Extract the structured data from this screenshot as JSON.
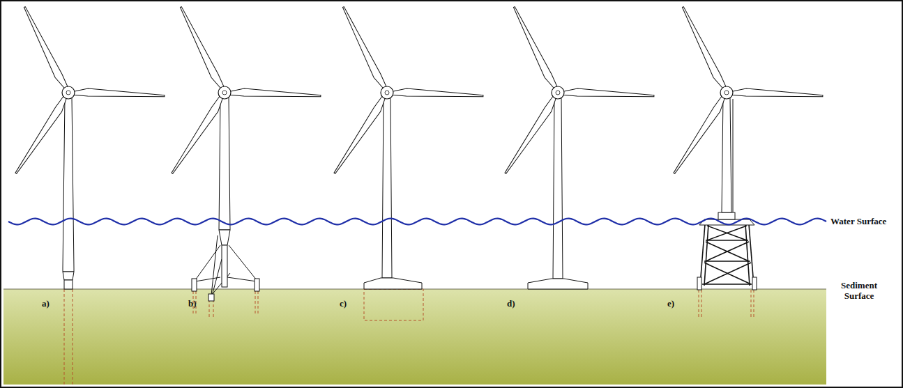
{
  "diagram": {
    "labels": [
      "a)",
      "b)",
      "c)",
      "d)",
      "e)",
      "Water Surface",
      "Sediment Surface"
    ]
  }
}
